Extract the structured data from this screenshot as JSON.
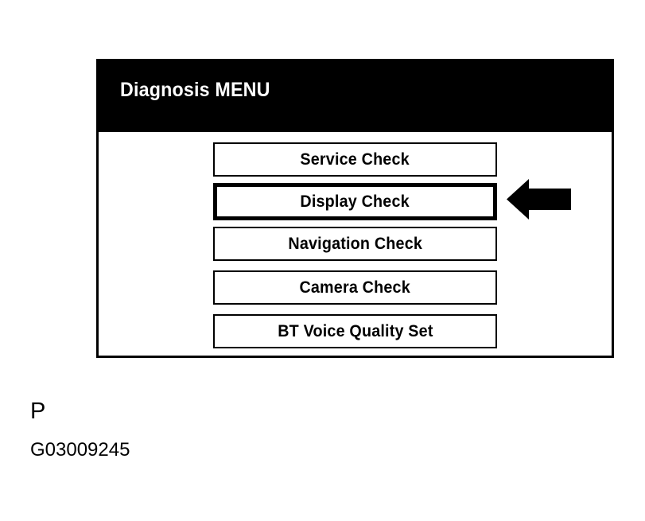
{
  "panel": {
    "header": {
      "title": "Diagnosis MENU"
    },
    "menu_items": [
      {
        "label": "Service Check",
        "selected": false
      },
      {
        "label": "Display Check",
        "selected": true
      },
      {
        "label": "Navigation Check",
        "selected": false
      },
      {
        "label": "Camera Check",
        "selected": false
      },
      {
        "label": "BT Voice Quality Set",
        "selected": false
      }
    ],
    "colors": {
      "header_background": "#000000",
      "header_text": "#ffffff",
      "panel_background": "#ffffff",
      "border": "#000000",
      "button_text": "#000000"
    }
  },
  "annotation": {
    "arrow": {
      "icon": "arrow-left-icon",
      "direction": "left",
      "points_to": "Display Check",
      "color": "#000000"
    }
  },
  "caption": {
    "letter": "P",
    "code": "G03009245"
  }
}
